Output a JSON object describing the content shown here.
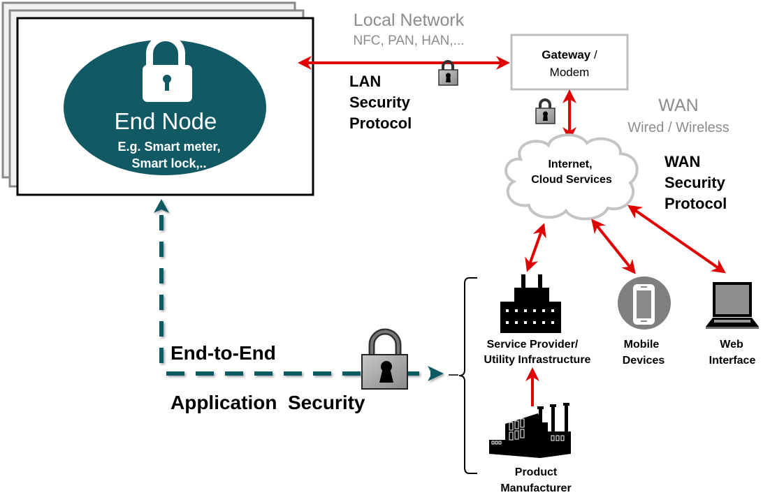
{
  "end_node": {
    "title": "End Node",
    "subtitle_line1": "E.g. Smart meter,",
    "subtitle_line2": "Smart lock,..",
    "color": "#115a64"
  },
  "local_network": {
    "title": "Local Network",
    "subtitle": "NFC, PAN, HAN,..."
  },
  "lan_protocol": {
    "line1": "LAN",
    "line2": "Security",
    "line3": "Protocol"
  },
  "gateway": {
    "line1_bold": "Gateway",
    "line1_rest": " /",
    "line2": "Modem"
  },
  "wan": {
    "title": "WAN",
    "subtitle": "Wired / Wireless"
  },
  "wan_protocol": {
    "line1": "WAN",
    "line2": "Security",
    "line3": "Protocol"
  },
  "cloud": {
    "line1": "Internet,",
    "line2": "Cloud Services"
  },
  "service_provider": {
    "line1": "Service Provider/",
    "line2": "Utility Infrastructure"
  },
  "mobile": {
    "line1": "Mobile",
    "line2": "Devices"
  },
  "web": {
    "line1": "Web",
    "line2": "Interface"
  },
  "manufacturer": {
    "line1": "Product",
    "line2": "Manufacturer"
  },
  "e2e": {
    "line1": "End-to-End",
    "line2": "Application  Security"
  },
  "colors": {
    "arrow_red": "#e00000",
    "teal": "#115a64",
    "gray_text": "#8c8c8c"
  }
}
